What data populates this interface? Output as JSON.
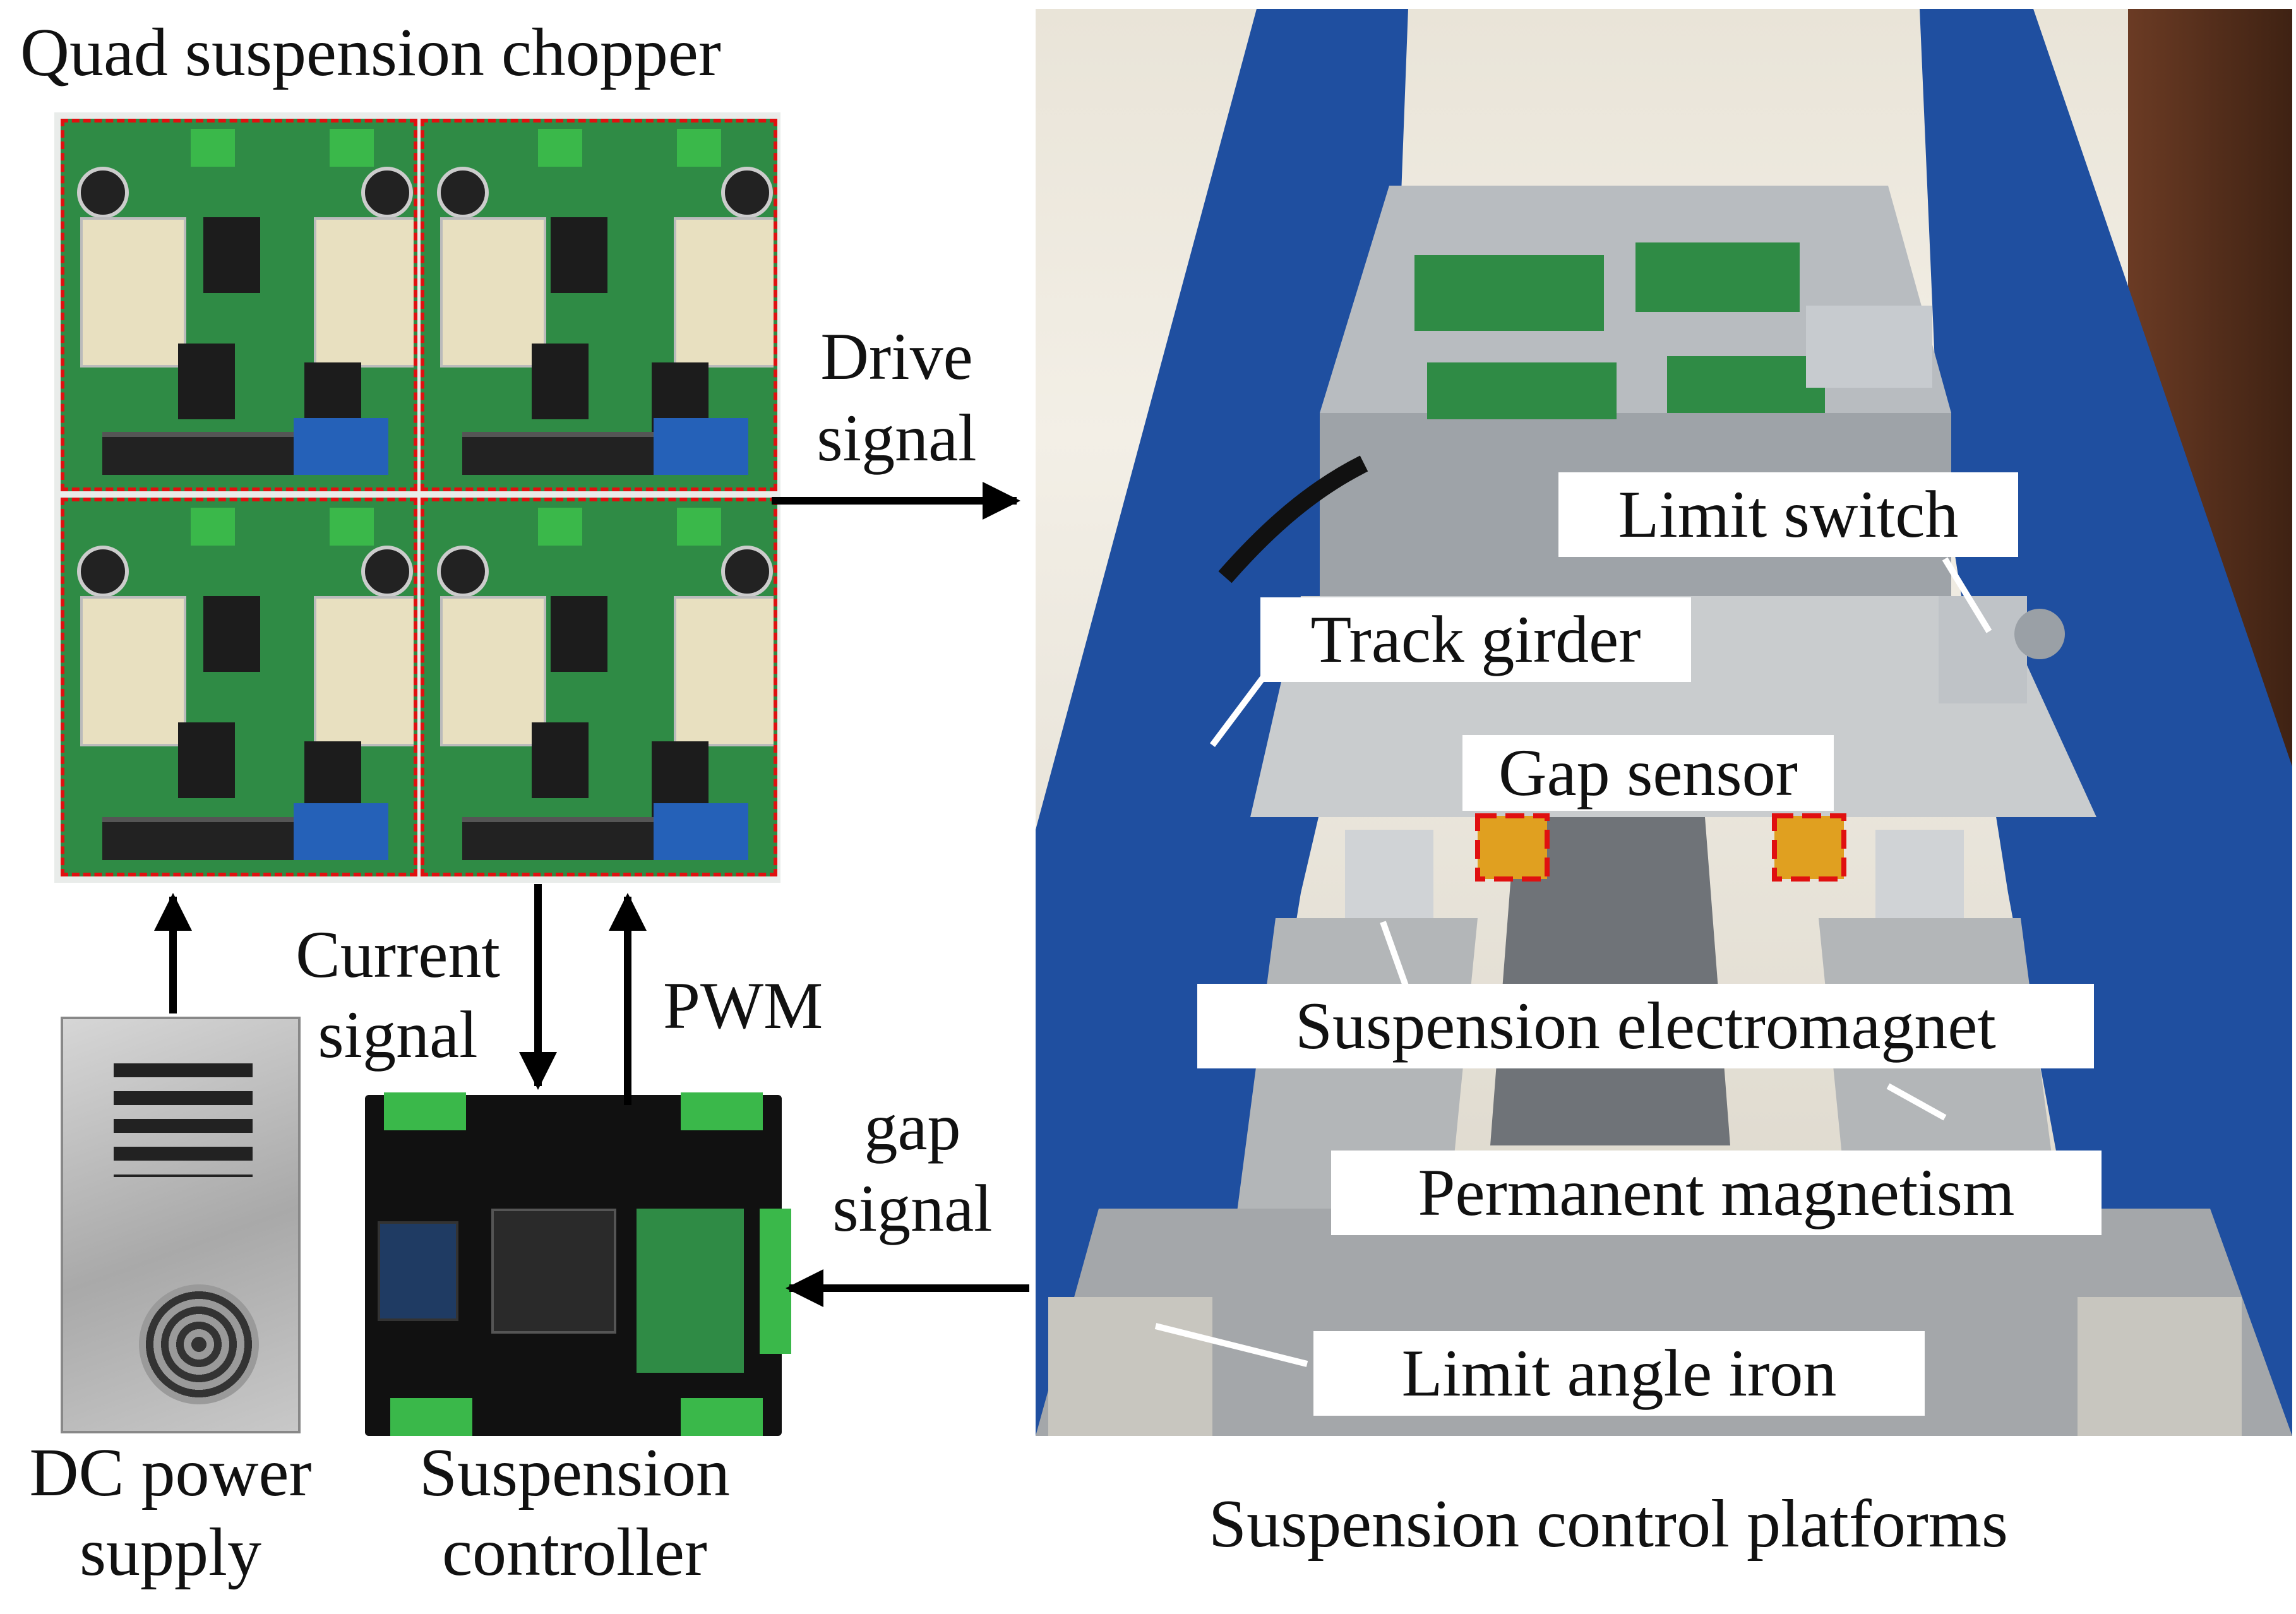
{
  "labels": {
    "chopper_title": "Quad suspension chopper",
    "drive_signal": "Drive signal",
    "current_signal": "Current signal",
    "pwm": "PWM",
    "gap_signal": "gap signal",
    "dc_power_supply": "DC power supply",
    "suspension_controller": "Suspension controller",
    "platform_caption": "Suspension control platforms"
  },
  "callouts": {
    "limit_switch": "Limit switch",
    "track_girder": "Track girder",
    "gap_sensor": "Gap sensor",
    "suspension_electromagnet": "Suspension electromagnet",
    "permanent_magnetism": "Permanent magnetism",
    "limit_angle_iron": "Limit angle iron"
  },
  "colors": {
    "highlight_dash": "#e01010",
    "pcb_green": "#2f8b45",
    "girder_blue": "#1f4fa0",
    "arrow": "#000000"
  }
}
